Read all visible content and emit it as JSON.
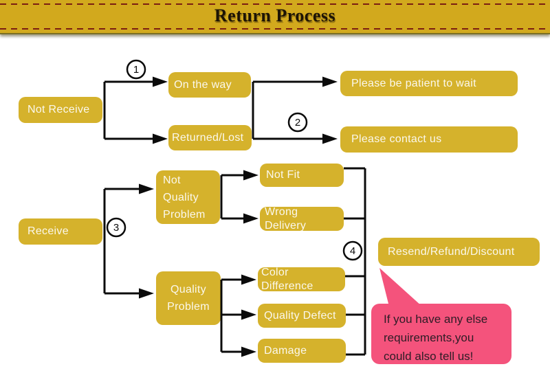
{
  "header": {
    "title": "Return Process"
  },
  "colors": {
    "banner_gold": "#d2a91d",
    "node_gold": "#d5b22c",
    "dash_red": "#7a1d12",
    "line_black": "#0b0b0b",
    "note_pink": "#f4537c",
    "node_text": "#fbf8ec"
  },
  "steps": {
    "s1": "1",
    "s2": "2",
    "s3": "3",
    "s4": "4"
  },
  "nodes": {
    "not_receive": "Not Receive",
    "on_the_way": "On the way",
    "returned_lost": "Returned/Lost",
    "patient_wait": "Please be patient to wait",
    "contact_us": "Please contact us",
    "receive": "Receive",
    "not_quality_problem": "Not Quality Problem",
    "not_fit": "Not Fit",
    "wrong_delivery": "Wrong Delivery",
    "quality_problem": "Quality Problem",
    "color_difference": "Color Difference",
    "quality_defect": "Quality Defect",
    "damage": "Damage",
    "resend": "Resend/Refund/Discount"
  },
  "note": {
    "lines": [
      "If you have any else",
      "requirements,you",
      "could also tell us!"
    ]
  }
}
